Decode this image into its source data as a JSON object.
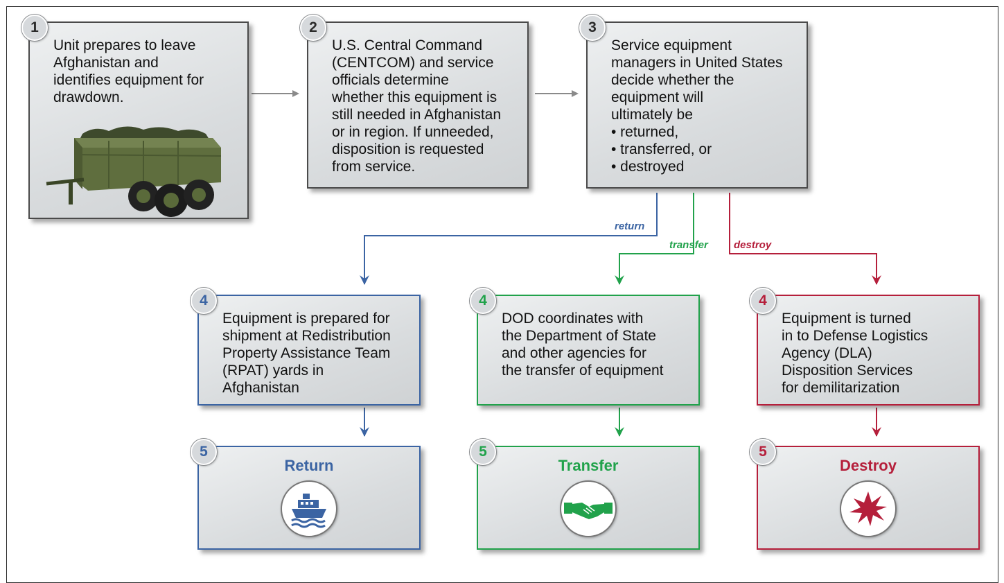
{
  "colors": {
    "return": "#3b64a3",
    "transfer": "#21a24b",
    "destroy": "#b51f3b",
    "gray_arrow": "#8a8a8a"
  },
  "steps": {
    "step1": {
      "number": "1",
      "lines": [
        "Unit prepares to leave",
        "Afghanistan and",
        "identifies equipment for",
        "drawdown."
      ],
      "image": "military-trailer"
    },
    "step2": {
      "number": "2",
      "lines": [
        "U.S. Central Command",
        "(CENTCOM) and service",
        "officials determine",
        "whether this equipment is",
        "still needed in Afghanistan",
        "or in region. If unneeded,",
        "disposition is requested",
        "from service."
      ]
    },
    "step3": {
      "number": "3",
      "lines": [
        "Service equipment",
        "managers in United States",
        "decide whether the",
        "equipment will",
        "ultimately be",
        "• returned,",
        "• transferred, or",
        "• destroyed"
      ]
    }
  },
  "branches": {
    "return": {
      "label": "return",
      "step4": {
        "number": "4",
        "lines": [
          "Equipment is prepared for",
          "shipment at Redistribution",
          "Property Assistance Team",
          "(RPAT) yards in",
          "Afghanistan"
        ]
      },
      "step5": {
        "number": "5",
        "title": "Return",
        "icon": "ship-icon"
      }
    },
    "transfer": {
      "label": "transfer",
      "step4": {
        "number": "4",
        "lines": [
          "DOD coordinates with",
          "the Department of State",
          "and other agencies for",
          "the transfer of equipment"
        ]
      },
      "step5": {
        "number": "5",
        "title": "Transfer",
        "icon": "handshake-icon"
      }
    },
    "destroy": {
      "label": "destroy",
      "step4": {
        "number": "4",
        "lines": [
          "Equipment is turned",
          "in to Defense Logistics",
          "Agency (DLA)",
          "Disposition Services",
          "for demilitarization"
        ]
      },
      "step5": {
        "number": "5",
        "title": "Destroy",
        "icon": "explosion-icon"
      }
    }
  }
}
